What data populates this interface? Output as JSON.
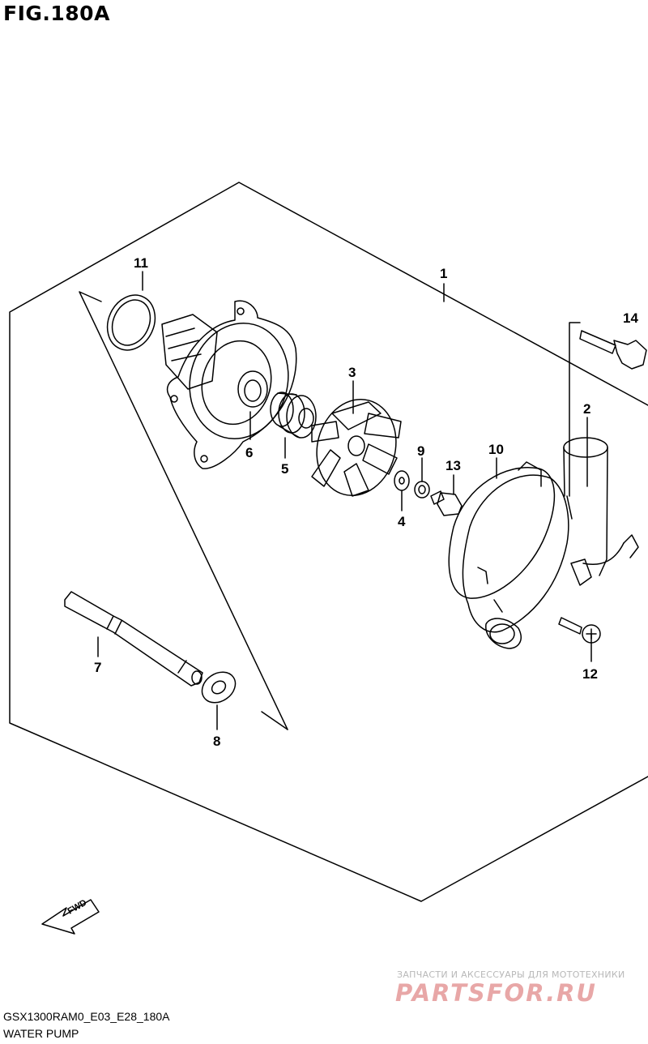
{
  "figure": {
    "title": "FIG.180A",
    "model_code": "GSX1300RAM0_E03_E28_180A",
    "name": "WATER PUMP"
  },
  "callouts": {
    "c1": "1",
    "c2": "2",
    "c3": "3",
    "c4": "4",
    "c5": "5",
    "c6": "6",
    "c7": "7",
    "c8": "8",
    "c9": "9",
    "c10": "10",
    "c11": "11",
    "c12": "12",
    "c13": "13",
    "c14": "14"
  },
  "fwd_arrow": {
    "label": "FWD"
  },
  "watermark": {
    "tagline": "ЗАПЧАСТИ И АКСЕССУАРЫ ДЛЯ МОТОТЕХНИКИ",
    "logo": "PARTSFOR.RU"
  }
}
